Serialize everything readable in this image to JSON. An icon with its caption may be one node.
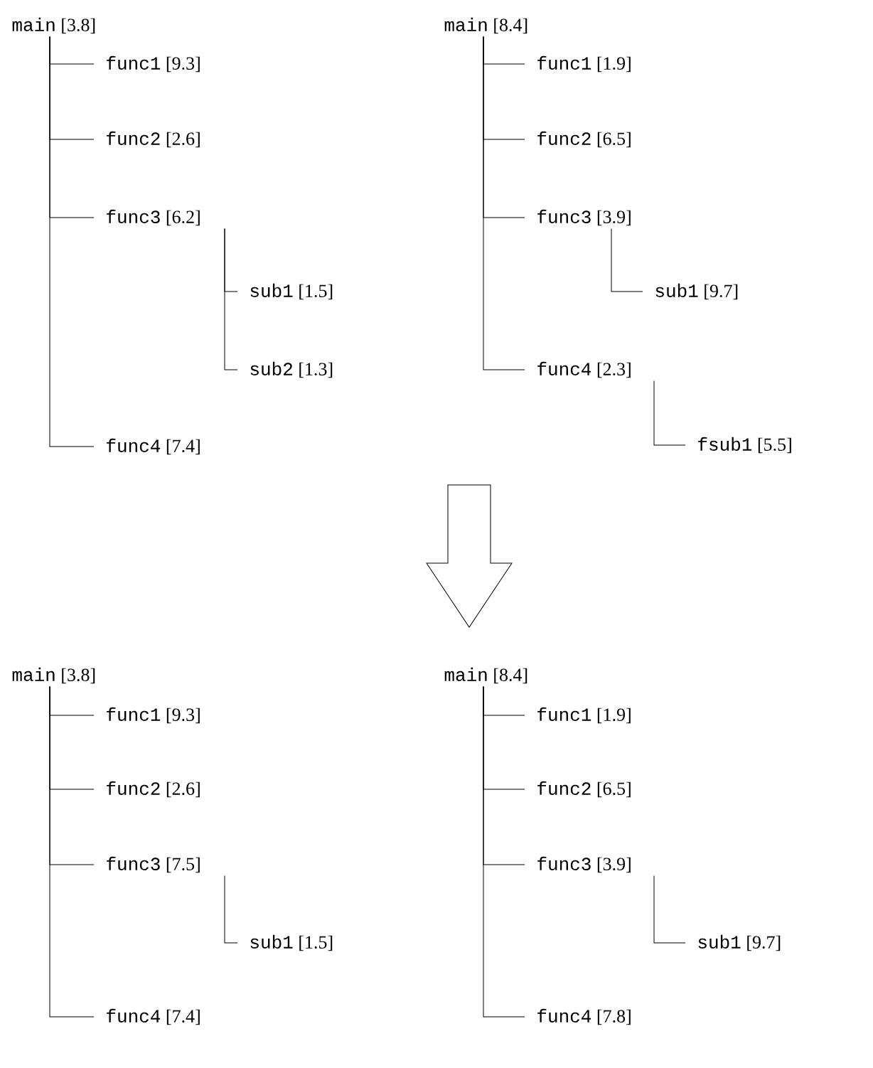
{
  "diagram": {
    "nodes": [
      {
        "text": [
          "main",
          "[3.8]"
        ]
      },
      {
        "text": [
          "func1",
          "[9.3]"
        ]
      },
      {
        "text": [
          "func2",
          "[2.6]"
        ]
      },
      {
        "text": [
          "func3",
          "[6.2]"
        ]
      },
      {
        "text": [
          "sub1",
          "[1.5]"
        ]
      },
      {
        "text": [
          "sub2",
          "[1.3]"
        ]
      },
      {
        "text": [
          "func4",
          "[7.4]"
        ]
      },
      {
        "text": [
          "main",
          "[8.4]"
        ]
      },
      {
        "text": [
          "func1",
          "[1.9]"
        ]
      },
      {
        "text": [
          "func2",
          "[6.5]"
        ]
      },
      {
        "text": [
          "func3",
          "[3.9]"
        ]
      },
      {
        "text": [
          "sub1",
          "[9.7]"
        ]
      },
      {
        "text": [
          "func4",
          "[2.3]"
        ]
      },
      {
        "text": [
          "fsub1",
          "[5.5]"
        ]
      },
      {
        "text": [
          "main",
          "[3.8]"
        ]
      },
      {
        "text": [
          "func1",
          "[9.3]"
        ]
      },
      {
        "text": [
          "func2",
          "[2.6]"
        ]
      },
      {
        "text": [
          "func3",
          "[7.5]"
        ]
      },
      {
        "text": [
          "sub1",
          "[1.5]"
        ]
      },
      {
        "text": [
          "func4",
          "[7.4]"
        ]
      },
      {
        "text": [
          "main",
          "[8.4]"
        ]
      },
      {
        "text": [
          "func1",
          "[1.9]"
        ]
      },
      {
        "text": [
          "func2",
          "[6.5]"
        ]
      },
      {
        "text": [
          "func3",
          "[3.9]"
        ]
      },
      {
        "text": [
          "sub1",
          "[9.7]"
        ]
      },
      {
        "text": [
          "func4",
          "[7.8]"
        ]
      }
    ],
    "edges": [
      {
        "from": 0,
        "to": 1,
        "arrow": "none"
      },
      {
        "from": 0,
        "to": 2,
        "arrow": "none"
      },
      {
        "from": 0,
        "to": 3,
        "arrow": "none"
      },
      {
        "from": 3,
        "to": 4,
        "arrow": "none"
      },
      {
        "from": 3,
        "to": 5,
        "arrow": "none"
      },
      {
        "from": 0,
        "to": 6,
        "arrow": "none"
      },
      {
        "from": 7,
        "to": 8,
        "arrow": "none"
      },
      {
        "from": 7,
        "to": 9,
        "arrow": "none"
      },
      {
        "from": 7,
        "to": 10,
        "arrow": "none"
      },
      {
        "from": 10,
        "to": 11,
        "arrow": "none"
      },
      {
        "from": 7,
        "to": 12,
        "arrow": "none"
      },
      {
        "from": 12,
        "to": 13,
        "arrow": "none"
      },
      {
        "from": 14,
        "to": 15,
        "arrow": "none"
      },
      {
        "from": 14,
        "to": 16,
        "arrow": "none"
      },
      {
        "from": 14,
        "to": 17,
        "arrow": "none"
      },
      {
        "from": 17,
        "to": 18,
        "arrow": "none"
      },
      {
        "from": 14,
        "to": 19,
        "arrow": "none"
      },
      {
        "from": 20,
        "to": 21,
        "arrow": "none"
      },
      {
        "from": 20,
        "to": 22,
        "arrow": "none"
      },
      {
        "from": 20,
        "to": 23,
        "arrow": "none"
      },
      {
        "from": 23,
        "to": 24,
        "arrow": "none"
      },
      {
        "from": 20,
        "to": 25,
        "arrow": "none"
      }
    ]
  }
}
